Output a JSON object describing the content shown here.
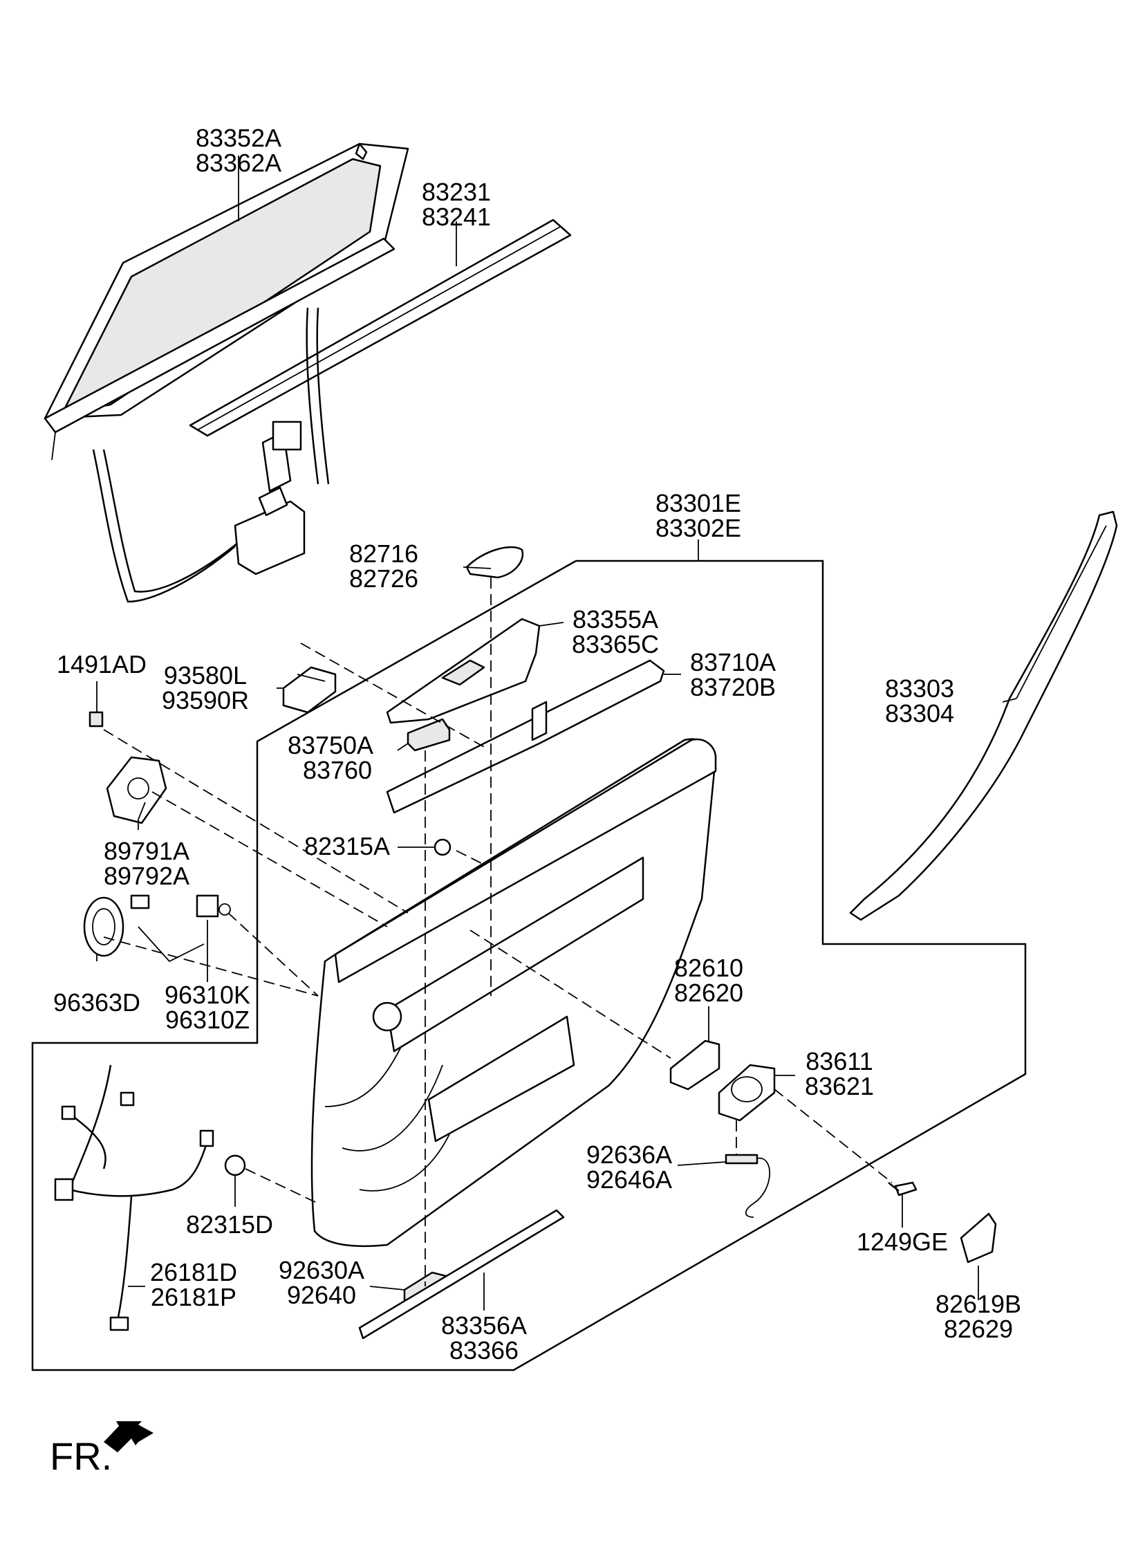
{
  "labels": {
    "p83352a": "83352A",
    "p83362a": "83362A",
    "p83231": "83231",
    "p83241": "83241",
    "p83301e": "83301E",
    "p83302e": "83302E",
    "p82716": "82716",
    "p82726": "82726",
    "p83355a": "83355A",
    "p83365c": "83365C",
    "p83710a": "83710A",
    "p83720b": "83720B",
    "p83303": "83303",
    "p83304": "83304",
    "p1491ad": "1491AD",
    "p93580l": "93580L",
    "p93590r": "93590R",
    "p83750a": "83750A",
    "p83760": "83760",
    "p82315a": "82315A",
    "p89791a": "89791A",
    "p89792a": "89792A",
    "p96363d": "96363D",
    "p96310k": "96310K",
    "p96310z": "96310Z",
    "p82610": "82610",
    "p82620": "82620",
    "p83611": "83611",
    "p83621": "83621",
    "p92636a": "92636A",
    "p92646a": "92646A",
    "p82315d": "82315D",
    "p26181d": "26181D",
    "p26181p": "26181P",
    "p92630a": "92630A",
    "p92640": "92640",
    "p83356a": "83356A",
    "p83366": "83366",
    "p1249ge": "1249GE",
    "p82619b": "82619B",
    "p82629": "82629"
  },
  "direction": {
    "label": "FR."
  }
}
